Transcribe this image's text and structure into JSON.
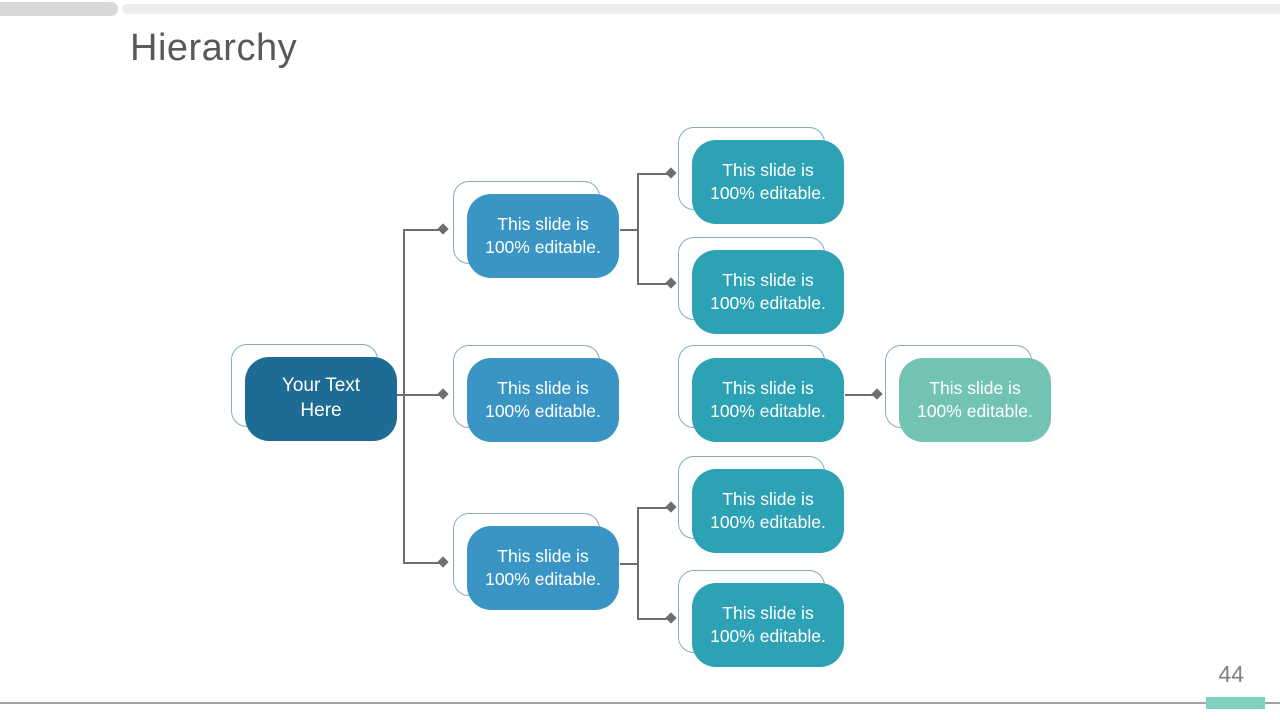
{
  "slide": {
    "title": "Hierarchy",
    "page_number": "44"
  },
  "diagram": {
    "type": "hierarchy-tree",
    "nodes": [
      {
        "id": "root",
        "level": 1,
        "kind": "root",
        "label": "Your Text Here",
        "fill": "#1e6b93"
      },
      {
        "id": "branch-top",
        "level": 2,
        "kind": "branch",
        "label": "This slide is 100% editable.",
        "fill": "#3a95c4"
      },
      {
        "id": "branch-middle",
        "level": 2,
        "kind": "branch",
        "label": "This slide is 100% editable.",
        "fill": "#3a95c4"
      },
      {
        "id": "branch-bottom",
        "level": 2,
        "kind": "branch",
        "label": "This slide is 100% editable.",
        "fill": "#3a95c4"
      },
      {
        "id": "leaf-1",
        "level": 3,
        "kind": "leaf",
        "label": "This slide is 100% editable.",
        "fill": "#2ea2b5"
      },
      {
        "id": "leaf-2",
        "level": 3,
        "kind": "leaf",
        "label": "This slide is 100% editable.",
        "fill": "#2ea2b5"
      },
      {
        "id": "leaf-3",
        "level": 3,
        "kind": "leaf",
        "label": "This slide is 100% editable.",
        "fill": "#2ea2b5"
      },
      {
        "id": "leaf-4",
        "level": 3,
        "kind": "leaf",
        "label": "This slide is 100% editable.",
        "fill": "#2ea2b5"
      },
      {
        "id": "leaf-5",
        "level": 3,
        "kind": "leaf",
        "label": "This slide is 100% editable.",
        "fill": "#2ea2b5"
      },
      {
        "id": "level4-node",
        "level": 4,
        "kind": "level4",
        "label": "This slide is 100% editable.",
        "fill": "#72c3b4"
      }
    ]
  },
  "colors": {
    "root_fill": "#1e6b93",
    "branch_fill": "#3a95c4",
    "leaf_fill": "#2ea2b5",
    "level4_fill": "#72c3b4",
    "ghost_stroke": "#8aaac2",
    "connector": "#6e6e6e",
    "title_color": "#595959",
    "topbar_dark": "#d8d8d8",
    "topbar_light": "#ededed",
    "bottom_line": "#a3a3a3",
    "accent": "#7ed1c1",
    "pagenum": "#808080"
  }
}
